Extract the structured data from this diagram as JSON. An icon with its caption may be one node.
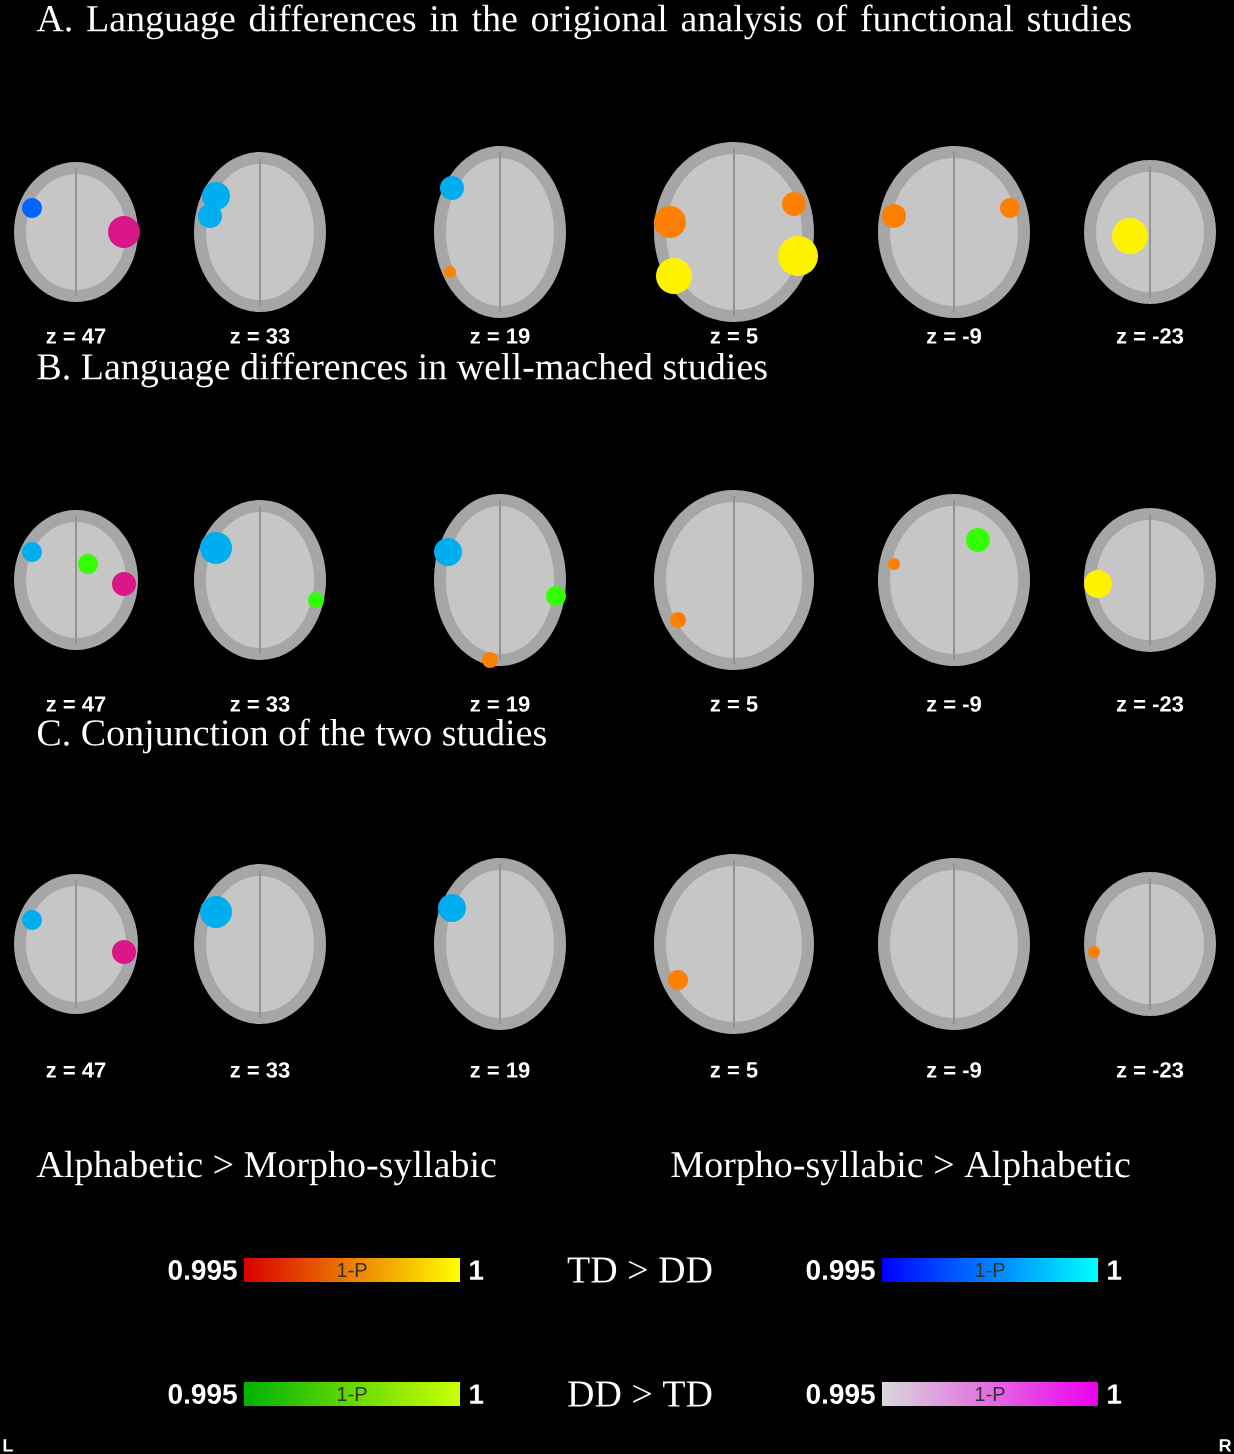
{
  "diagram": {
    "labels": [
      "A. Language differences in the origional analysis of functional studies",
      "z = 47",
      "z = 33",
      "z = 19",
      "z = 5",
      "z = -9",
      "z = -23",
      "B. Language differences in well-mached studies",
      "z = 47",
      "z = 33",
      "z = 19",
      "z = 5",
      "z = -9",
      "z = -23",
      "C. Conjunction of the two studies",
      "z = 47",
      "z = 33",
      "z = 19",
      "z = 5",
      "z = -9",
      "z = -23",
      "Alphabetic > Morpho-syllabic",
      "Morpho-syllabic > Alphabetic",
      "0.995",
      "1-P",
      "1",
      "TD > DD",
      "0.995",
      "1-P",
      "1",
      "0.995",
      "1-P",
      "1",
      "DD > TD",
      "0.995",
      "1-P",
      "1",
      "L",
      "R"
    ]
  }
}
